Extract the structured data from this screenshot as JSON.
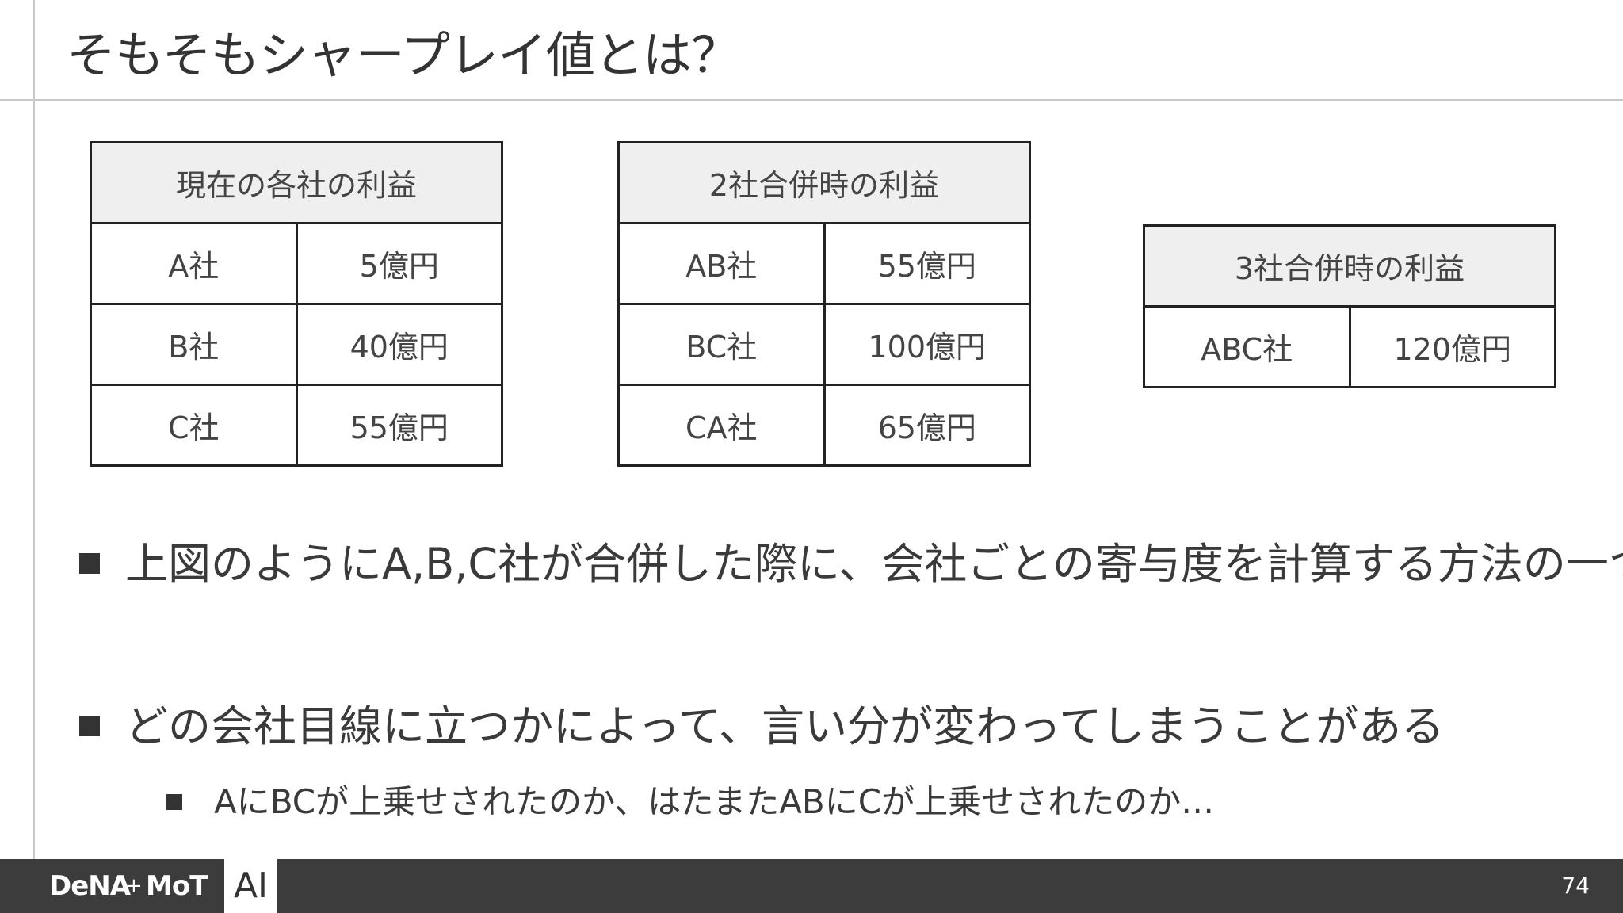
{
  "slide": {
    "title": "そもそもシャープレイ値とは？",
    "page_number": "74"
  },
  "tables": [
    {
      "header": "現在の各社の利益",
      "rows": [
        [
          "A社",
          "5億円"
        ],
        [
          "B社",
          "40億円"
        ],
        [
          "C社",
          "55億円"
        ]
      ]
    },
    {
      "header": "2社合併時の利益",
      "rows": [
        [
          "AB社",
          "55億円"
        ],
        [
          "BC社",
          "100億円"
        ],
        [
          "CA社",
          "65億円"
        ]
      ]
    },
    {
      "header": "3社合併時の利益",
      "rows": [
        [
          "ABC社",
          "120億円"
        ]
      ]
    }
  ],
  "bullets": [
    "上図のようにA,B,C社が合併した際に、会社ごとの寄与度を計算する方法の一つ",
    "どの会社目線に立つかによって、言い分が変わってしまうことがある"
  ],
  "sub_bullets": [
    "AにBCが上乗せされたのか、はたまたABにCが上乗せされたのか…"
  ],
  "footer": {
    "logo_dena": "DeNA",
    "logo_plus": "+",
    "logo_mot": "MoT",
    "logo_ai": "AI"
  }
}
